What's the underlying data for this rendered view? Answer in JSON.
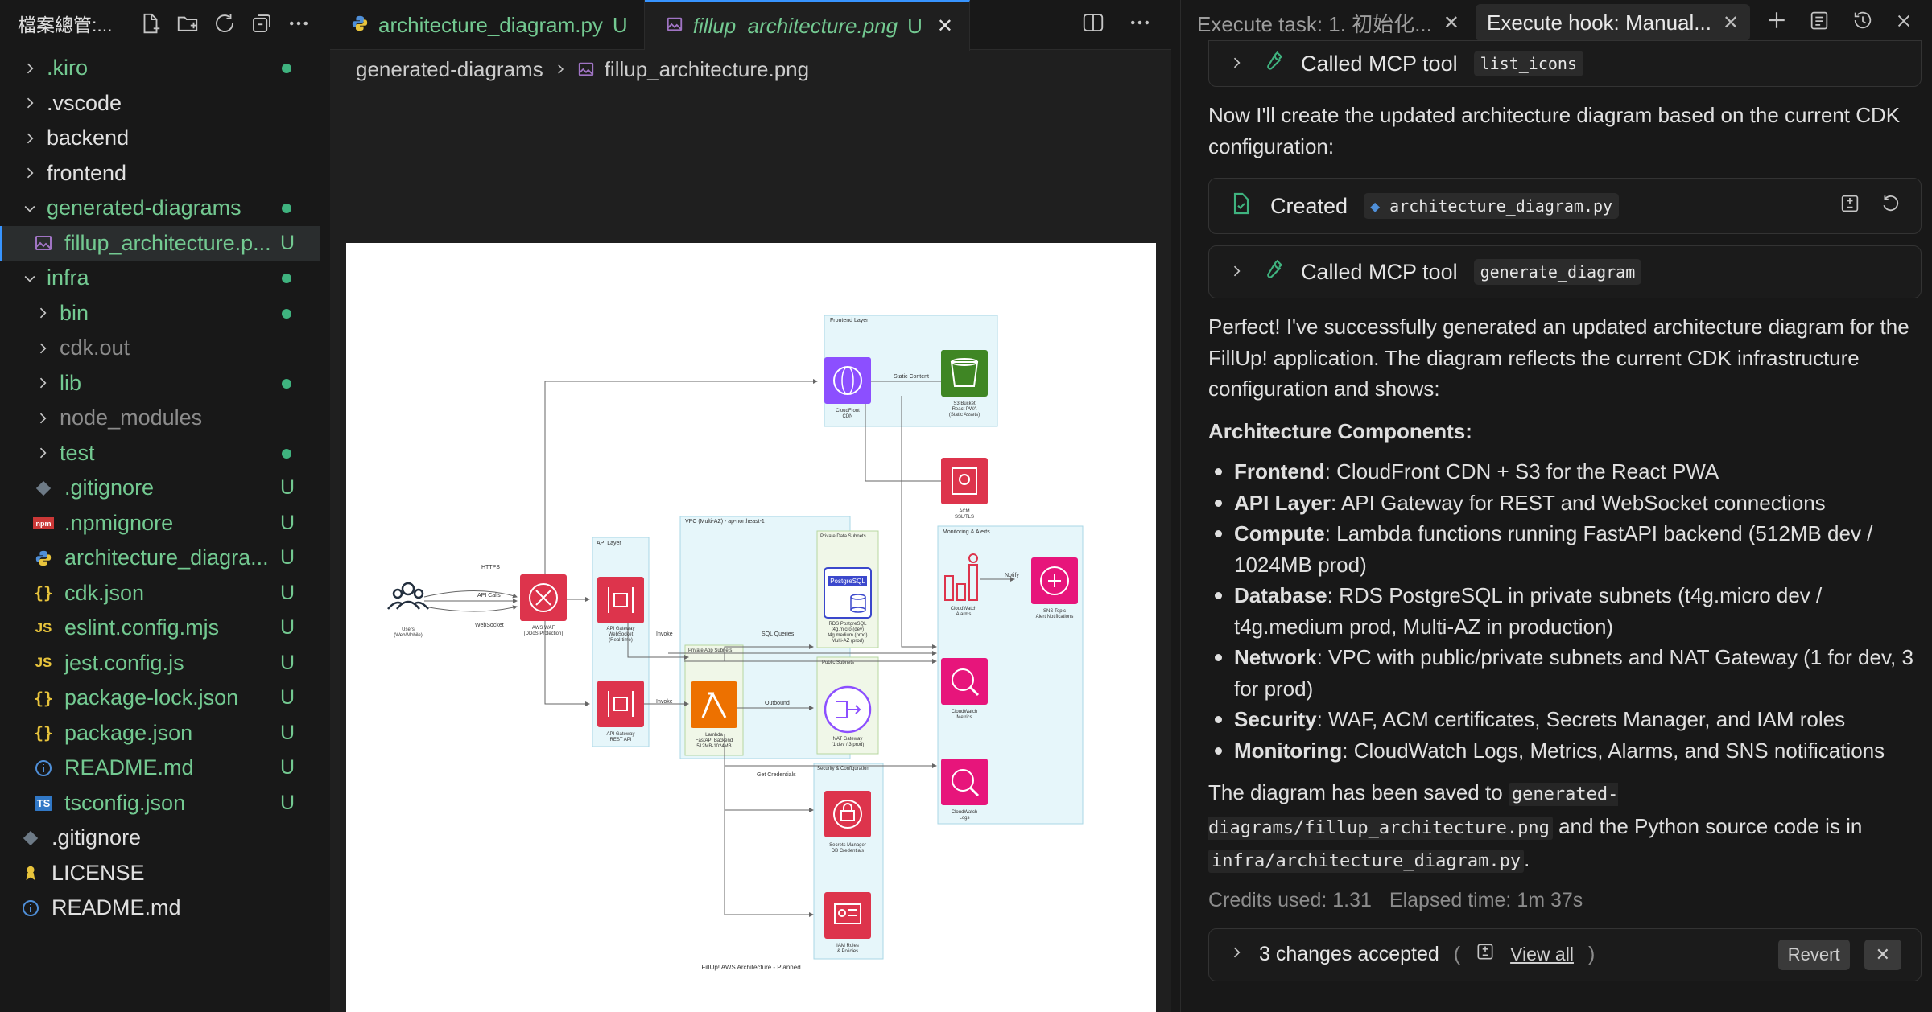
{
  "sidebar": {
    "title": "檔案總管:...",
    "items": [
      {
        "label": ".kiro",
        "type": "folder",
        "open": false,
        "status": "dot",
        "depth": 0
      },
      {
        "label": ".vscode",
        "type": "folder",
        "open": false,
        "status": "",
        "depth": 0
      },
      {
        "label": "backend",
        "type": "folder",
        "open": false,
        "status": "",
        "depth": 0
      },
      {
        "label": "frontend",
        "type": "folder",
        "open": false,
        "status": "",
        "depth": 0
      },
      {
        "label": "generated-diagrams",
        "type": "folder",
        "open": true,
        "status": "dot",
        "depth": 0
      },
      {
        "label": "fillup_architecture.p...",
        "type": "image",
        "status": "U",
        "depth": 1,
        "selected": true
      },
      {
        "label": "infra",
        "type": "folder",
        "open": true,
        "status": "dot",
        "depth": 0
      },
      {
        "label": "bin",
        "type": "folder",
        "open": false,
        "status": "dot",
        "depth": 1
      },
      {
        "label": "cdk.out",
        "type": "folder",
        "open": false,
        "status": "",
        "depth": 1,
        "dim": true
      },
      {
        "label": "lib",
        "type": "folder",
        "open": false,
        "status": "dot",
        "depth": 1
      },
      {
        "label": "node_modules",
        "type": "folder",
        "open": false,
        "status": "",
        "depth": 1,
        "dim": true
      },
      {
        "label": "test",
        "type": "folder",
        "open": false,
        "status": "dot",
        "depth": 1
      },
      {
        "label": ".gitignore",
        "type": "git",
        "status": "U",
        "depth": 1
      },
      {
        "label": ".npmignore",
        "type": "npm",
        "status": "U",
        "depth": 1
      },
      {
        "label": "architecture_diagra...",
        "type": "python",
        "status": "U",
        "depth": 1
      },
      {
        "label": "cdk.json",
        "type": "json",
        "status": "U",
        "depth": 1
      },
      {
        "label": "eslint.config.mjs",
        "type": "js",
        "status": "U",
        "depth": 1
      },
      {
        "label": "jest.config.js",
        "type": "js",
        "status": "U",
        "depth": 1
      },
      {
        "label": "package-lock.json",
        "type": "json",
        "status": "U",
        "depth": 1
      },
      {
        "label": "package.json",
        "type": "json",
        "status": "U",
        "depth": 1
      },
      {
        "label": "README.md",
        "type": "info",
        "status": "U",
        "depth": 1
      },
      {
        "label": "tsconfig.json",
        "type": "ts",
        "status": "U",
        "depth": 1
      },
      {
        "label": ".gitignore",
        "type": "git",
        "status": "",
        "depth": 0
      },
      {
        "label": "LICENSE",
        "type": "license",
        "status": "",
        "depth": 0
      },
      {
        "label": "README.md",
        "type": "info",
        "status": "",
        "depth": 0
      }
    ]
  },
  "editor": {
    "tabs": [
      {
        "label": "architecture_diagram.py",
        "status": "U",
        "active": false
      },
      {
        "label": "fillup_architecture.png",
        "status": "U",
        "active": true
      }
    ],
    "breadcrumb": [
      "generated-diagrams",
      "fillup_architecture.png"
    ]
  },
  "diagram": {
    "clusters": {
      "frontend": "Frontend Layer",
      "api": "API Layer",
      "vpc": "VPC (Multi-AZ) - ap-northeast-1",
      "private_data": "Private Data Subnets",
      "private_app": "Private App Subnets",
      "public": "Public Subnets",
      "monitoring": "Monitoring & Alerts",
      "security": "Security & Configuration"
    },
    "nodes": {
      "users": [
        "Users",
        "(Web/Mobile)"
      ],
      "waf": [
        "AWS WAF",
        "(DDoS Protection)"
      ],
      "apigw_ws": [
        "API Gateway",
        "WebSocket",
        "(Real-time)"
      ],
      "apigw_rest": [
        "API Gateway",
        "REST API"
      ],
      "cloudfront": [
        "CloudFront",
        "CDN"
      ],
      "s3": [
        "S3 Bucket",
        "React PWA",
        "(Static Assets)"
      ],
      "acm": [
        "ACM",
        "SSL/TLS"
      ],
      "rds": [
        "RDS PostgreSQL",
        "t4g.micro (dev)",
        "t4g.medium (prod)",
        "Multi-AZ (prod)"
      ],
      "lambda": [
        "Lambda",
        "FastAPI Backend",
        "512MB-1024MB"
      ],
      "nat": [
        "NAT Gateway",
        "(1 dev / 3 prod)"
      ],
      "cw_alarms": [
        "CloudWatch",
        "Alarms"
      ],
      "sns": [
        "SNS Topic",
        "Alert Notifications"
      ],
      "cw_metrics": [
        "CloudWatch",
        "Metrics"
      ],
      "cw_logs": [
        "CloudWatch",
        "Logs"
      ],
      "secrets": [
        "Secrets Manager",
        "DB Credentials"
      ],
      "iam": [
        "IAM Roles",
        "& Policies"
      ]
    },
    "edges": {
      "https": "HTTPS",
      "api_calls": "API Calls",
      "websocket": "WebSocket",
      "static": "Static Content",
      "invoke": "Invoke",
      "sql": "SQL Queries",
      "outbound": "Outbound",
      "creds": "Get Credentials",
      "notify": "Notify"
    },
    "title": "FillUp! AWS Architecture - Planned"
  },
  "panel": {
    "tabs": [
      {
        "label": "Execute task: 1. 初始化...",
        "active": false
      },
      {
        "label": "Execute hook: Manual...",
        "active": true
      }
    ],
    "mcp1": {
      "label": "Called MCP tool",
      "tool": "list_icons"
    },
    "intro": "Now I'll create the updated architecture diagram based on the current CDK configuration:",
    "created": {
      "label": "Created",
      "file": "architecture_diagram.py"
    },
    "mcp2": {
      "label": "Called MCP tool",
      "tool": "generate_diagram"
    },
    "summary": "Perfect! I've successfully generated an updated architecture diagram for the FillUp! application. The diagram reflects the current CDK infrastructure configuration and shows:",
    "components_title": "Architecture Components:",
    "components": [
      {
        "term": "Frontend",
        "desc": ": CloudFront CDN + S3 for the React PWA"
      },
      {
        "term": "API Layer",
        "desc": ": API Gateway for REST and WebSocket connections"
      },
      {
        "term": "Compute",
        "desc": ": Lambda functions running FastAPI backend (512MB dev / 1024MB prod)"
      },
      {
        "term": "Database",
        "desc": ": RDS PostgreSQL in private subnets (t4g.micro dev / t4g.medium prod, Multi-AZ in production)"
      },
      {
        "term": "Network",
        "desc": ": VPC with public/private subnets and NAT Gateway (1 for dev, 3 for prod)"
      },
      {
        "term": "Security",
        "desc": ": WAF, ACM certificates, Secrets Manager, and IAM roles"
      },
      {
        "term": "Monitoring",
        "desc": ": CloudWatch Logs, Metrics, Alarms, and SNS notifications"
      }
    ],
    "saved_prefix": "The diagram has been saved to ",
    "saved_path": "generated-diagrams/fillup_architecture.png",
    "saved_mid": " and the Python source code is in ",
    "saved_src": "infra/architecture_diagram.py",
    "saved_end": ".",
    "credits": "Credits used: 1.31",
    "elapsed": "Elapsed time: 1m 37s",
    "changes": {
      "label": "3 changes accepted",
      "paren_open": "(",
      "view_all": "View all",
      "paren_close": ")",
      "revert": "Revert"
    }
  },
  "colors": {
    "accent": "#3794ff",
    "git_green": "#73c991",
    "aws_red": "#e0303f",
    "aws_green": "#3f8624",
    "aws_purple": "#8c4fff",
    "cluster_bg": "#e6f6fa"
  }
}
